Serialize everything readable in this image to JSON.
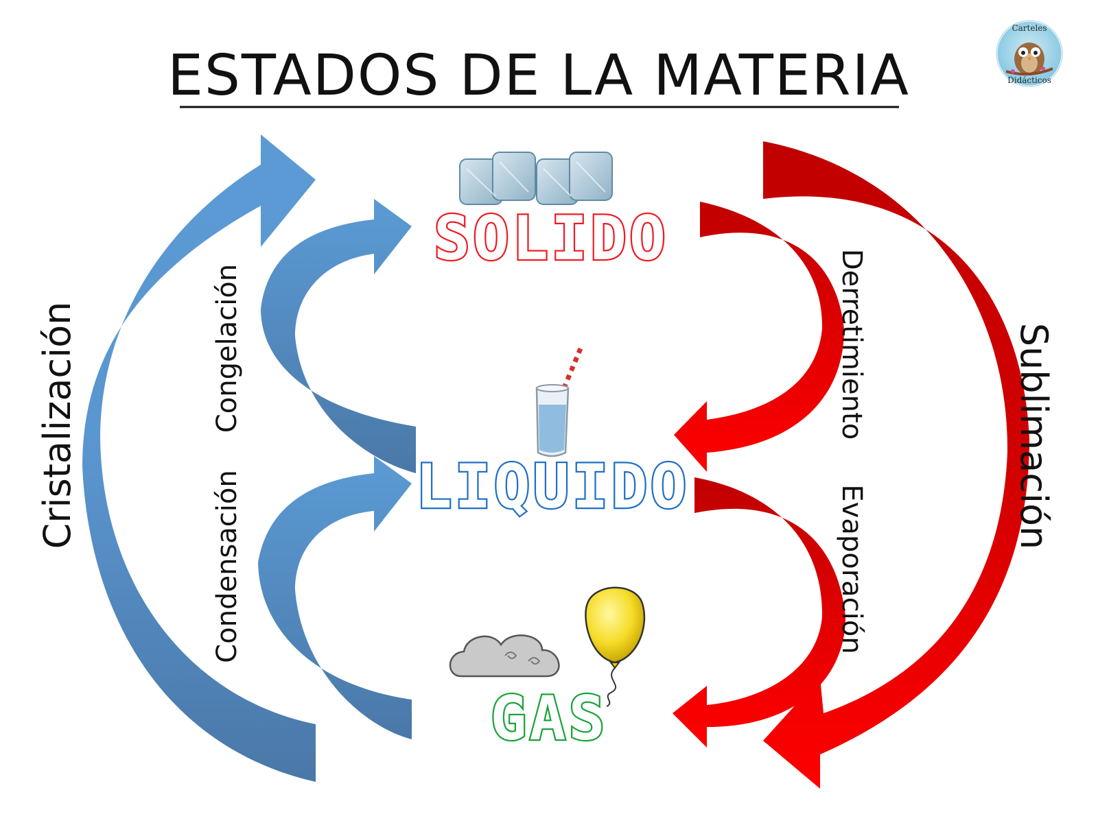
{
  "title": "ESTADOS DE LA MATERIA",
  "states": {
    "solid": "SOLIDO",
    "liquid": "LIQUIDO",
    "gas": "GAS"
  },
  "processes": {
    "cristalizacion": "Cristalización",
    "congelacion": "Congelación",
    "condensacion": "Condensación",
    "derretimiento": "Derretimiento",
    "evaporacion": "Evaporación",
    "sublimacion": "Sublimación"
  },
  "logo": {
    "top": "Carteles",
    "bottom": "Didácticos"
  },
  "colors": {
    "blue_light": "#5b9bd5",
    "blue_dark": "#4a78a8",
    "red_light": "#ff0000",
    "red_dark": "#c00000",
    "solid_outline": "#ee1c25",
    "liquid_outline": "#1f6fc5",
    "gas_outline": "#1aa33a"
  },
  "icons": [
    "ice-cubes-icon",
    "glass-with-straw-icon",
    "cloud-icon",
    "balloon-icon",
    "owl-logo-icon"
  ]
}
